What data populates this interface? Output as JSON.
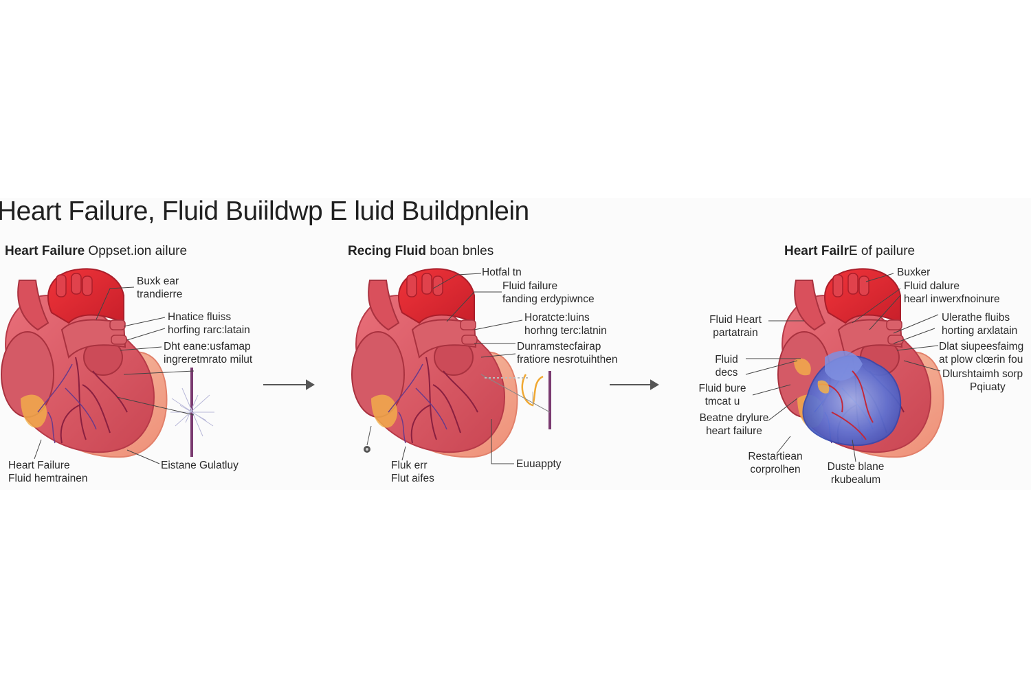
{
  "title": "Heart Failure, Fluid Buiildwp E luid Buildpnlein",
  "panels": [
    {
      "title_bold": "Heart Failure",
      "title_rest": " Oppset.ion ailure",
      "labels": {
        "l1a": "Buxk ear",
        "l1b": "trandierre",
        "l2a": "Hnatice fluiss",
        "l2b": "horfing rarc:latain",
        "l3a": "Dht eane:usfamap",
        "l3b": "ingreretmrato milut",
        "l4a": "Heart Failure",
        "l4b": "Fluid hemtrainen",
        "l5a": "Eistane Gulatluy"
      }
    },
    {
      "title_bold": "Recing Fluid",
      "title_rest": " boan bnles",
      "labels": {
        "l1a": "Hotfal tn",
        "l2a": "Fluid failure",
        "l2b": "fanding erdypiwnce",
        "l3a": "Horatcte:luins",
        "l3b": "horhng terc:latnin",
        "l4a": "Dunramstecfairap",
        "l4b": "fratiore nesrotuihthen",
        "l5a": "Fluk err",
        "l5b": "Flut aifes",
        "l6a": "Euuappty"
      }
    },
    {
      "title_bold": "Heart Failr",
      "title_rest": "E of pailure",
      "labels": {
        "r1a": "Buxker",
        "r2a": "Fluid dalure",
        "r2b": "hearl inwerxfnoinure",
        "r3a": "Ulerathe fluibs",
        "r3b": "horting arxlatain",
        "r4a": "Dlat siupeesfaimg",
        "r4b": "at plow clœrin fou",
        "r5a": "Dlurshtaimh sorp",
        "r5b": "Pqiuaty",
        "k1a": "Fluid Heart",
        "k1b": "partatrain",
        "k2a": "Fluid",
        "k2b": "decs",
        "k3a": "Fluid bure",
        "k3b": "tmcat u",
        "k4a": "Beatne drylure",
        "k4b": "heart failure",
        "b1a": "Restartiean",
        "b1b": "corprolhen",
        "b2a": "Duste blane",
        "b2b": "rkubealum"
      }
    }
  ],
  "colors": {
    "heart_red": "#e0515a",
    "aorta_red": "#e8262e",
    "vessel_dark": "#8a2040",
    "outer_layer": "#f3a08c",
    "fluid_blue": "#5a74d8",
    "arrow_gray": "#555555"
  }
}
